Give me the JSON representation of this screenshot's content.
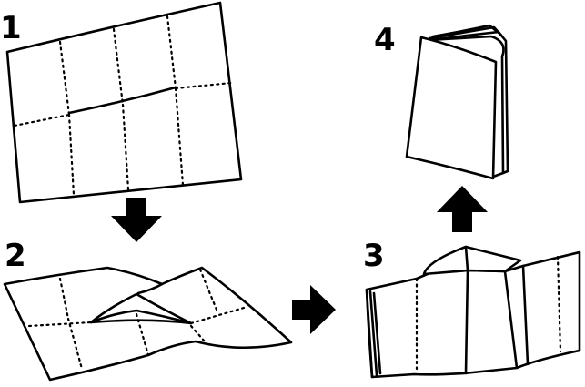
{
  "steps": [
    {
      "number": "1"
    },
    {
      "number": "2"
    },
    {
      "number": "3"
    },
    {
      "number": "4"
    }
  ],
  "arrows": [
    {
      "direction": "down"
    },
    {
      "direction": "right"
    },
    {
      "direction": "up"
    }
  ],
  "colors": {
    "ink": "#000000",
    "paper": "#ffffff"
  }
}
